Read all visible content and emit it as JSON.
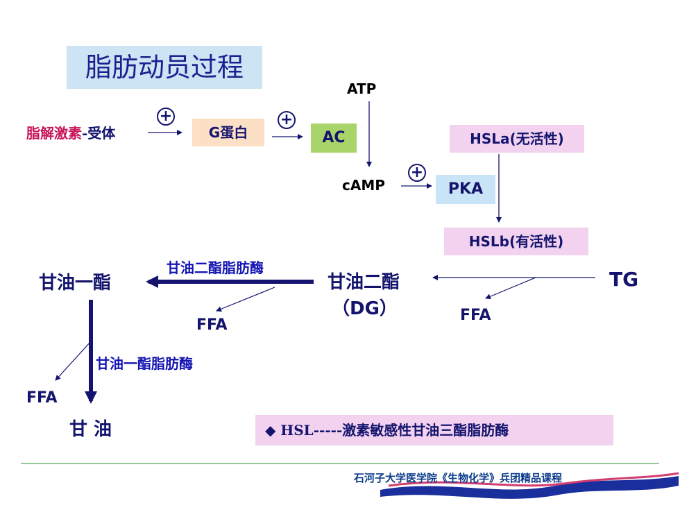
{
  "title": "脂肪动员过程",
  "nodes": {
    "hormone_a": "脂解激素",
    "hormone_b": "-受体",
    "g_protein": "G蛋白",
    "ac": "AC",
    "atp": "ATP",
    "camp": "cAMP",
    "pka": "PKA",
    "hsla": "HSLa(无活性)",
    "hslb": "HSLb(有活性)",
    "tg": "TG",
    "dg_line1": "甘油二酯",
    "dg_line2": "（DG）",
    "mg": "甘油一酯",
    "glycerol": "甘 油",
    "ffa": "FFA"
  },
  "enzymes": {
    "dg_lipase": "甘油二酯脂肪酶",
    "mg_lipase": "甘油一酯脂肪酶"
  },
  "activation_symbol": "+",
  "note": "◆ HSL-----激素敏感性甘油三酯脂肪酶",
  "footer": "石河子大学医学院《生物化学》兵团精品课程",
  "colors": {
    "title_bg": "#cce4f4",
    "g_protein_bg": "#fce0c6",
    "ac_bg": "#a8d46a",
    "pka_bg": "#c8e4f6",
    "hsl_bg": "#f2d2ef",
    "note_bg": "#f2d2ef",
    "enzyme_text": "#1414b4",
    "hormone_text": "#c8145a"
  }
}
